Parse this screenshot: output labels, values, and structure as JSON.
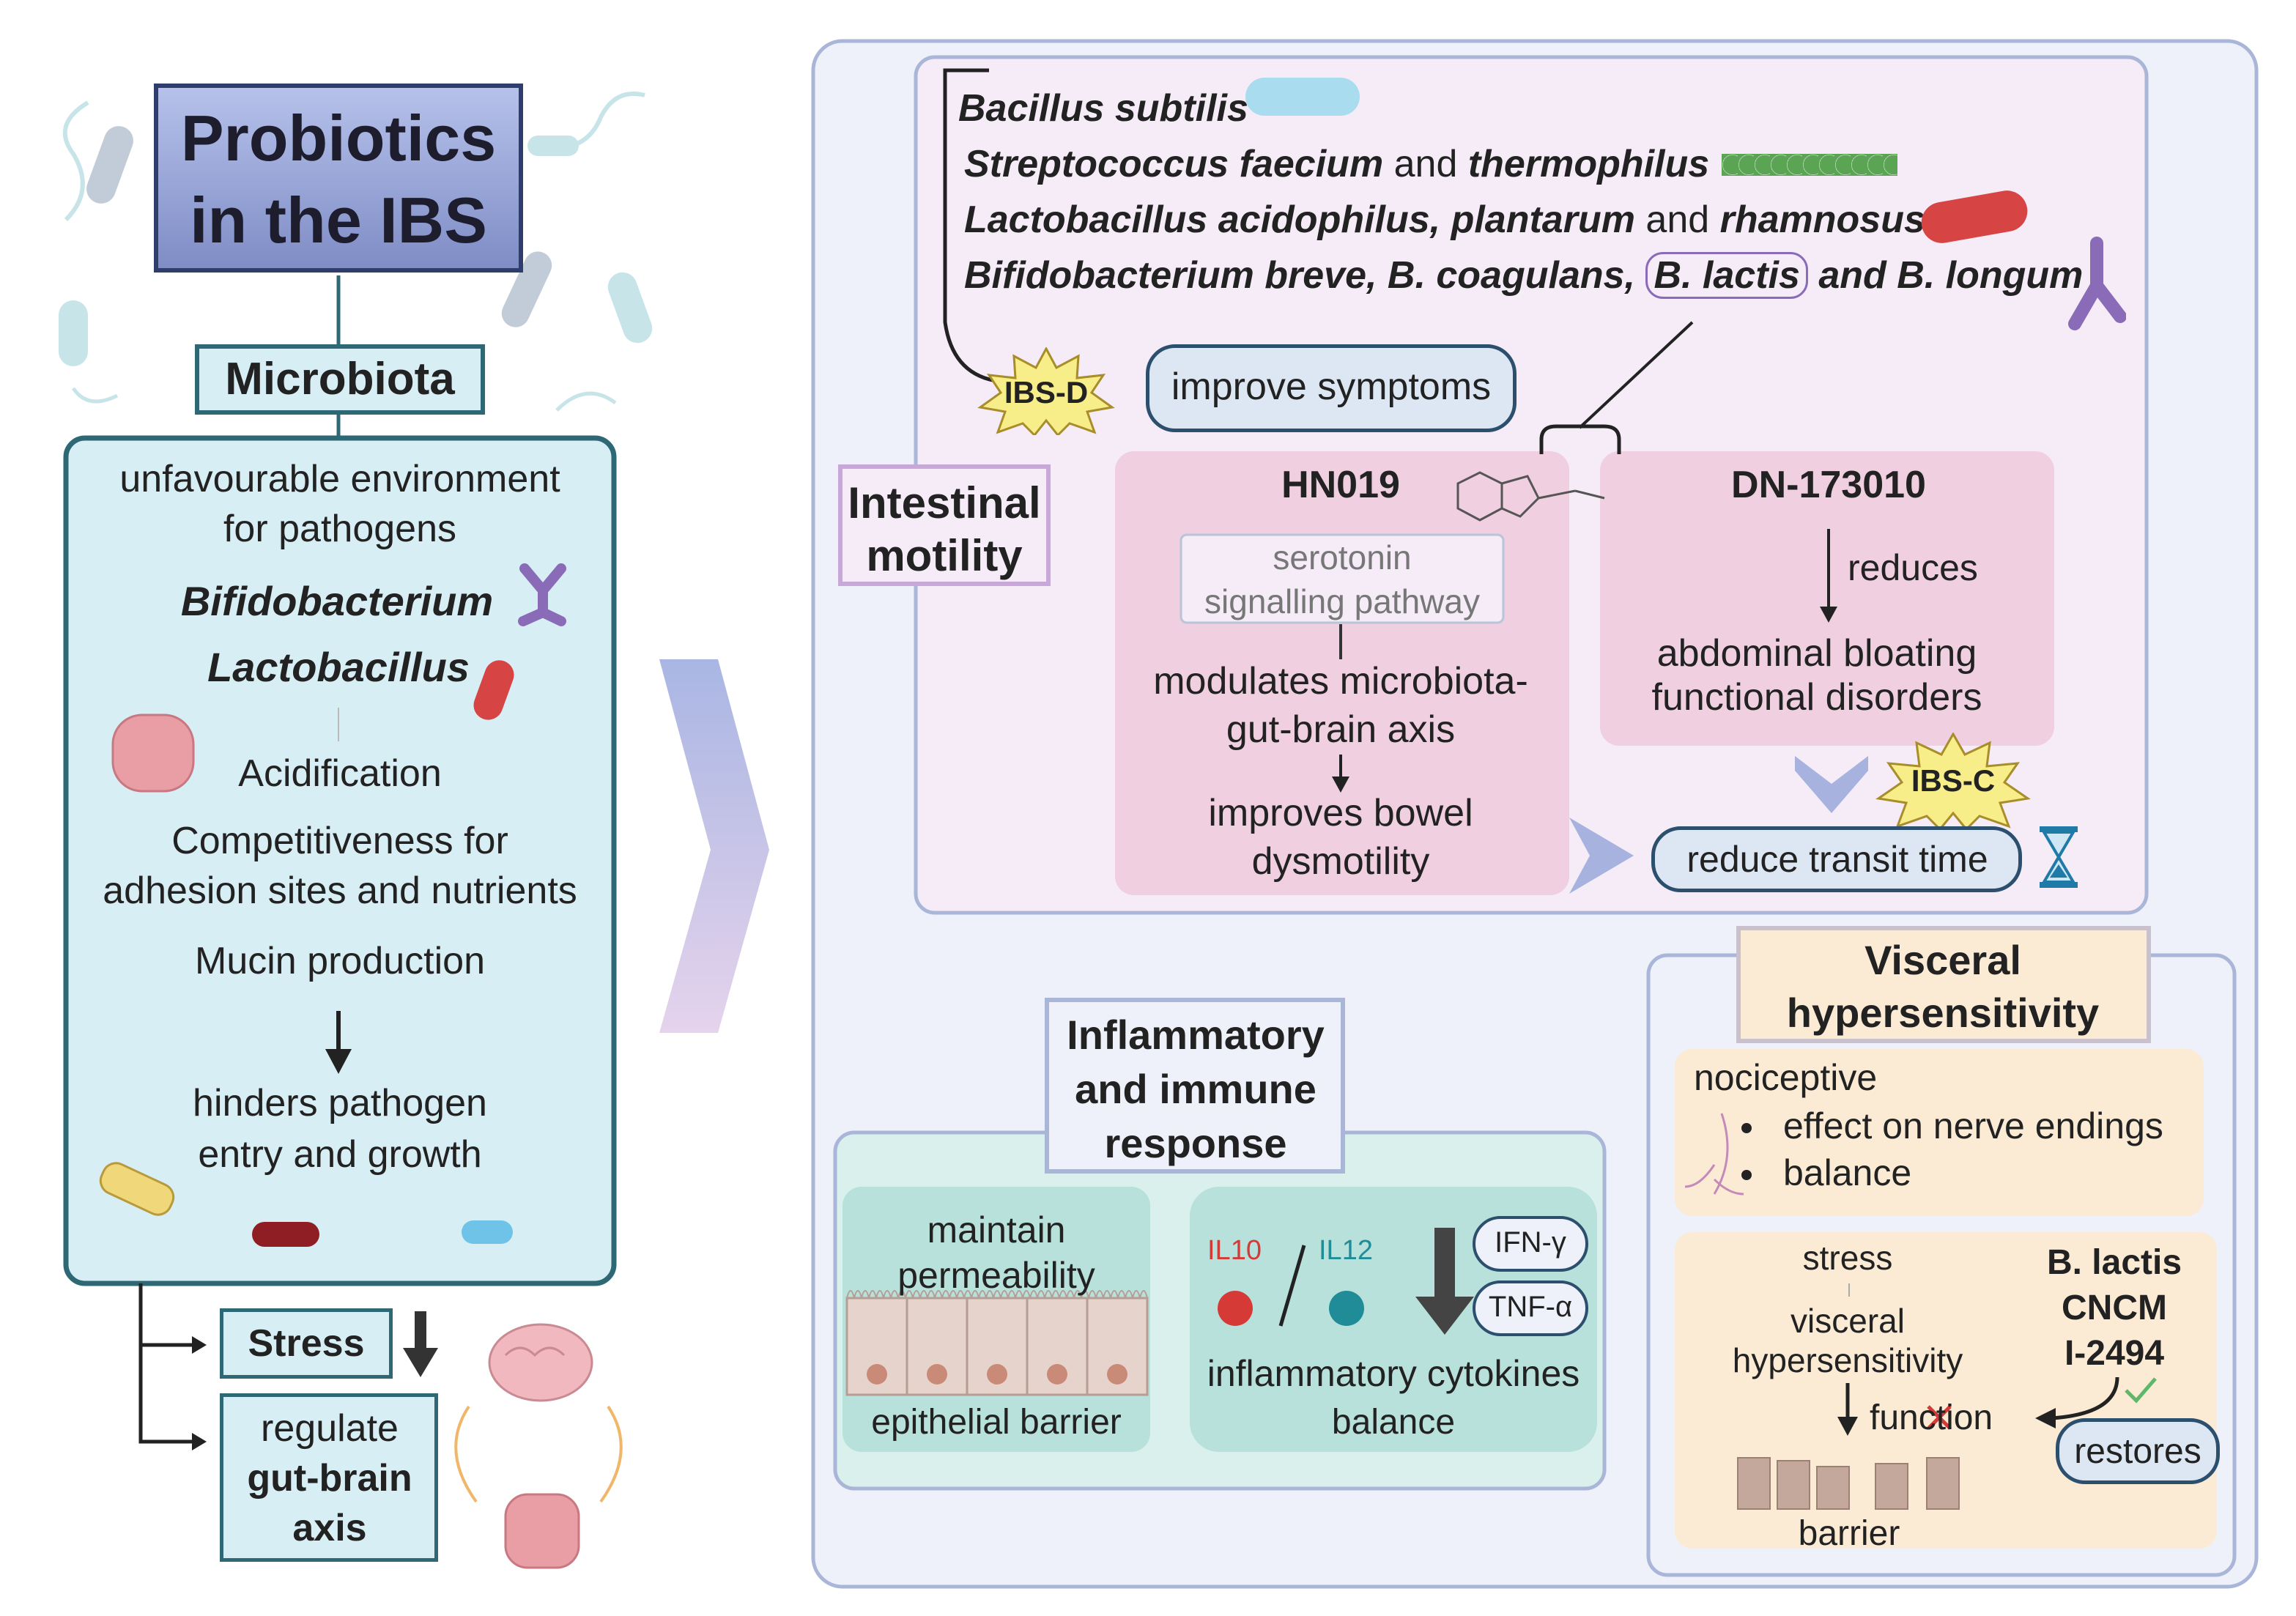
{
  "title": {
    "line1": "Probiotics",
    "line2": "in the IBS"
  },
  "microbiota": {
    "label": "Microbiota",
    "env_line1": "unfavourable environment",
    "env_line2": "for pathogens",
    "genus1": "Bifidobacterium",
    "genus2": "Lactobacillus",
    "acidification": "Acidification",
    "compet_line1": "Competitiveness for",
    "compet_line2": "adhesion sites and nutrients",
    "mucin": "Mucin production",
    "hinders_line1": "hinders pathogen",
    "hinders_line2": "entry and growth"
  },
  "stress": "Stress",
  "gutbrain": {
    "line1": "regulate",
    "line2": "gut-brain",
    "line3": "axis"
  },
  "motility": {
    "label_line1": "Intestinal",
    "label_line2": "motility",
    "species": {
      "s1": "Bacillus subtilis",
      "s2a": "Streptococcus faecium",
      "s2b": " and ",
      "s2c": "thermophilus",
      "s3a": "Lactobacillus acidophilus, plantarum",
      "s3b": " and ",
      "s3c": "rhamnosus",
      "s4a": "Bifidobacterium breve, B. coagulans,",
      "s4b": "B. lactis",
      "s4c": "and",
      "s4d": "B. longum"
    },
    "ibsd": "IBS-D",
    "improve": "improve symptoms",
    "hn019": "HN019",
    "serotonin_line1": "serotonin",
    "serotonin_line2": "signalling pathway",
    "modulates_line1": "modulates microbiota-",
    "modulates_line2": "gut-brain axis",
    "improves_line1": "improves bowel",
    "improves_line2": "dysmotility",
    "dn": "DN-173010",
    "reduces": "reduces",
    "bloating_line1": "abdominal bloating",
    "bloating_line2": "functional disorders",
    "ibsc": "IBS-C",
    "transit": "reduce transit time"
  },
  "inflammatory": {
    "label_line1": "Inflammatory",
    "label_line2": "and immune",
    "label_line3": "response",
    "maintain_line1": "maintain",
    "maintain_line2": "permeability",
    "epithelial": "epithelial barrier",
    "il10": "IL10",
    "il12": "IL12",
    "ifn": "IFN-γ",
    "tnf": "TNF-α",
    "cytokines": "inflammatory cytokines",
    "balance": "balance"
  },
  "visceral": {
    "label_line1": "Visceral",
    "label_line2": "hypersensitivity",
    "nociceptive": "nociceptive",
    "bullet1": "effect on nerve endings",
    "bullet2": "balance",
    "stress": "stress",
    "vh_line1": "visceral",
    "vh_line2": "hypersensitivity",
    "strain_line1": "B. lactis",
    "strain_line2": "CNCM",
    "strain_line3": "I-2494",
    "function": "function",
    "restores": "restores",
    "barrier": "barrier"
  },
  "colors": {
    "title_bg": "#8e9bd0",
    "microbiota_bg": "#d8eef5",
    "teal_border": "#2e6874",
    "outer_panel": "#eef0fa",
    "panel_border": "#aab6d8",
    "motility_bg": "#f5ecf8",
    "pink": "#f0cfe0",
    "label_border": "#c8a8d8",
    "teal_panel": "#daf0ec",
    "teal_inner": "#b7e1da",
    "peach": "#fbebd5",
    "arrow_blue": "#a7b2de",
    "pill_border": "#2d4f6e",
    "il10_color": "#d63a36",
    "il12_color": "#1f8c98"
  }
}
